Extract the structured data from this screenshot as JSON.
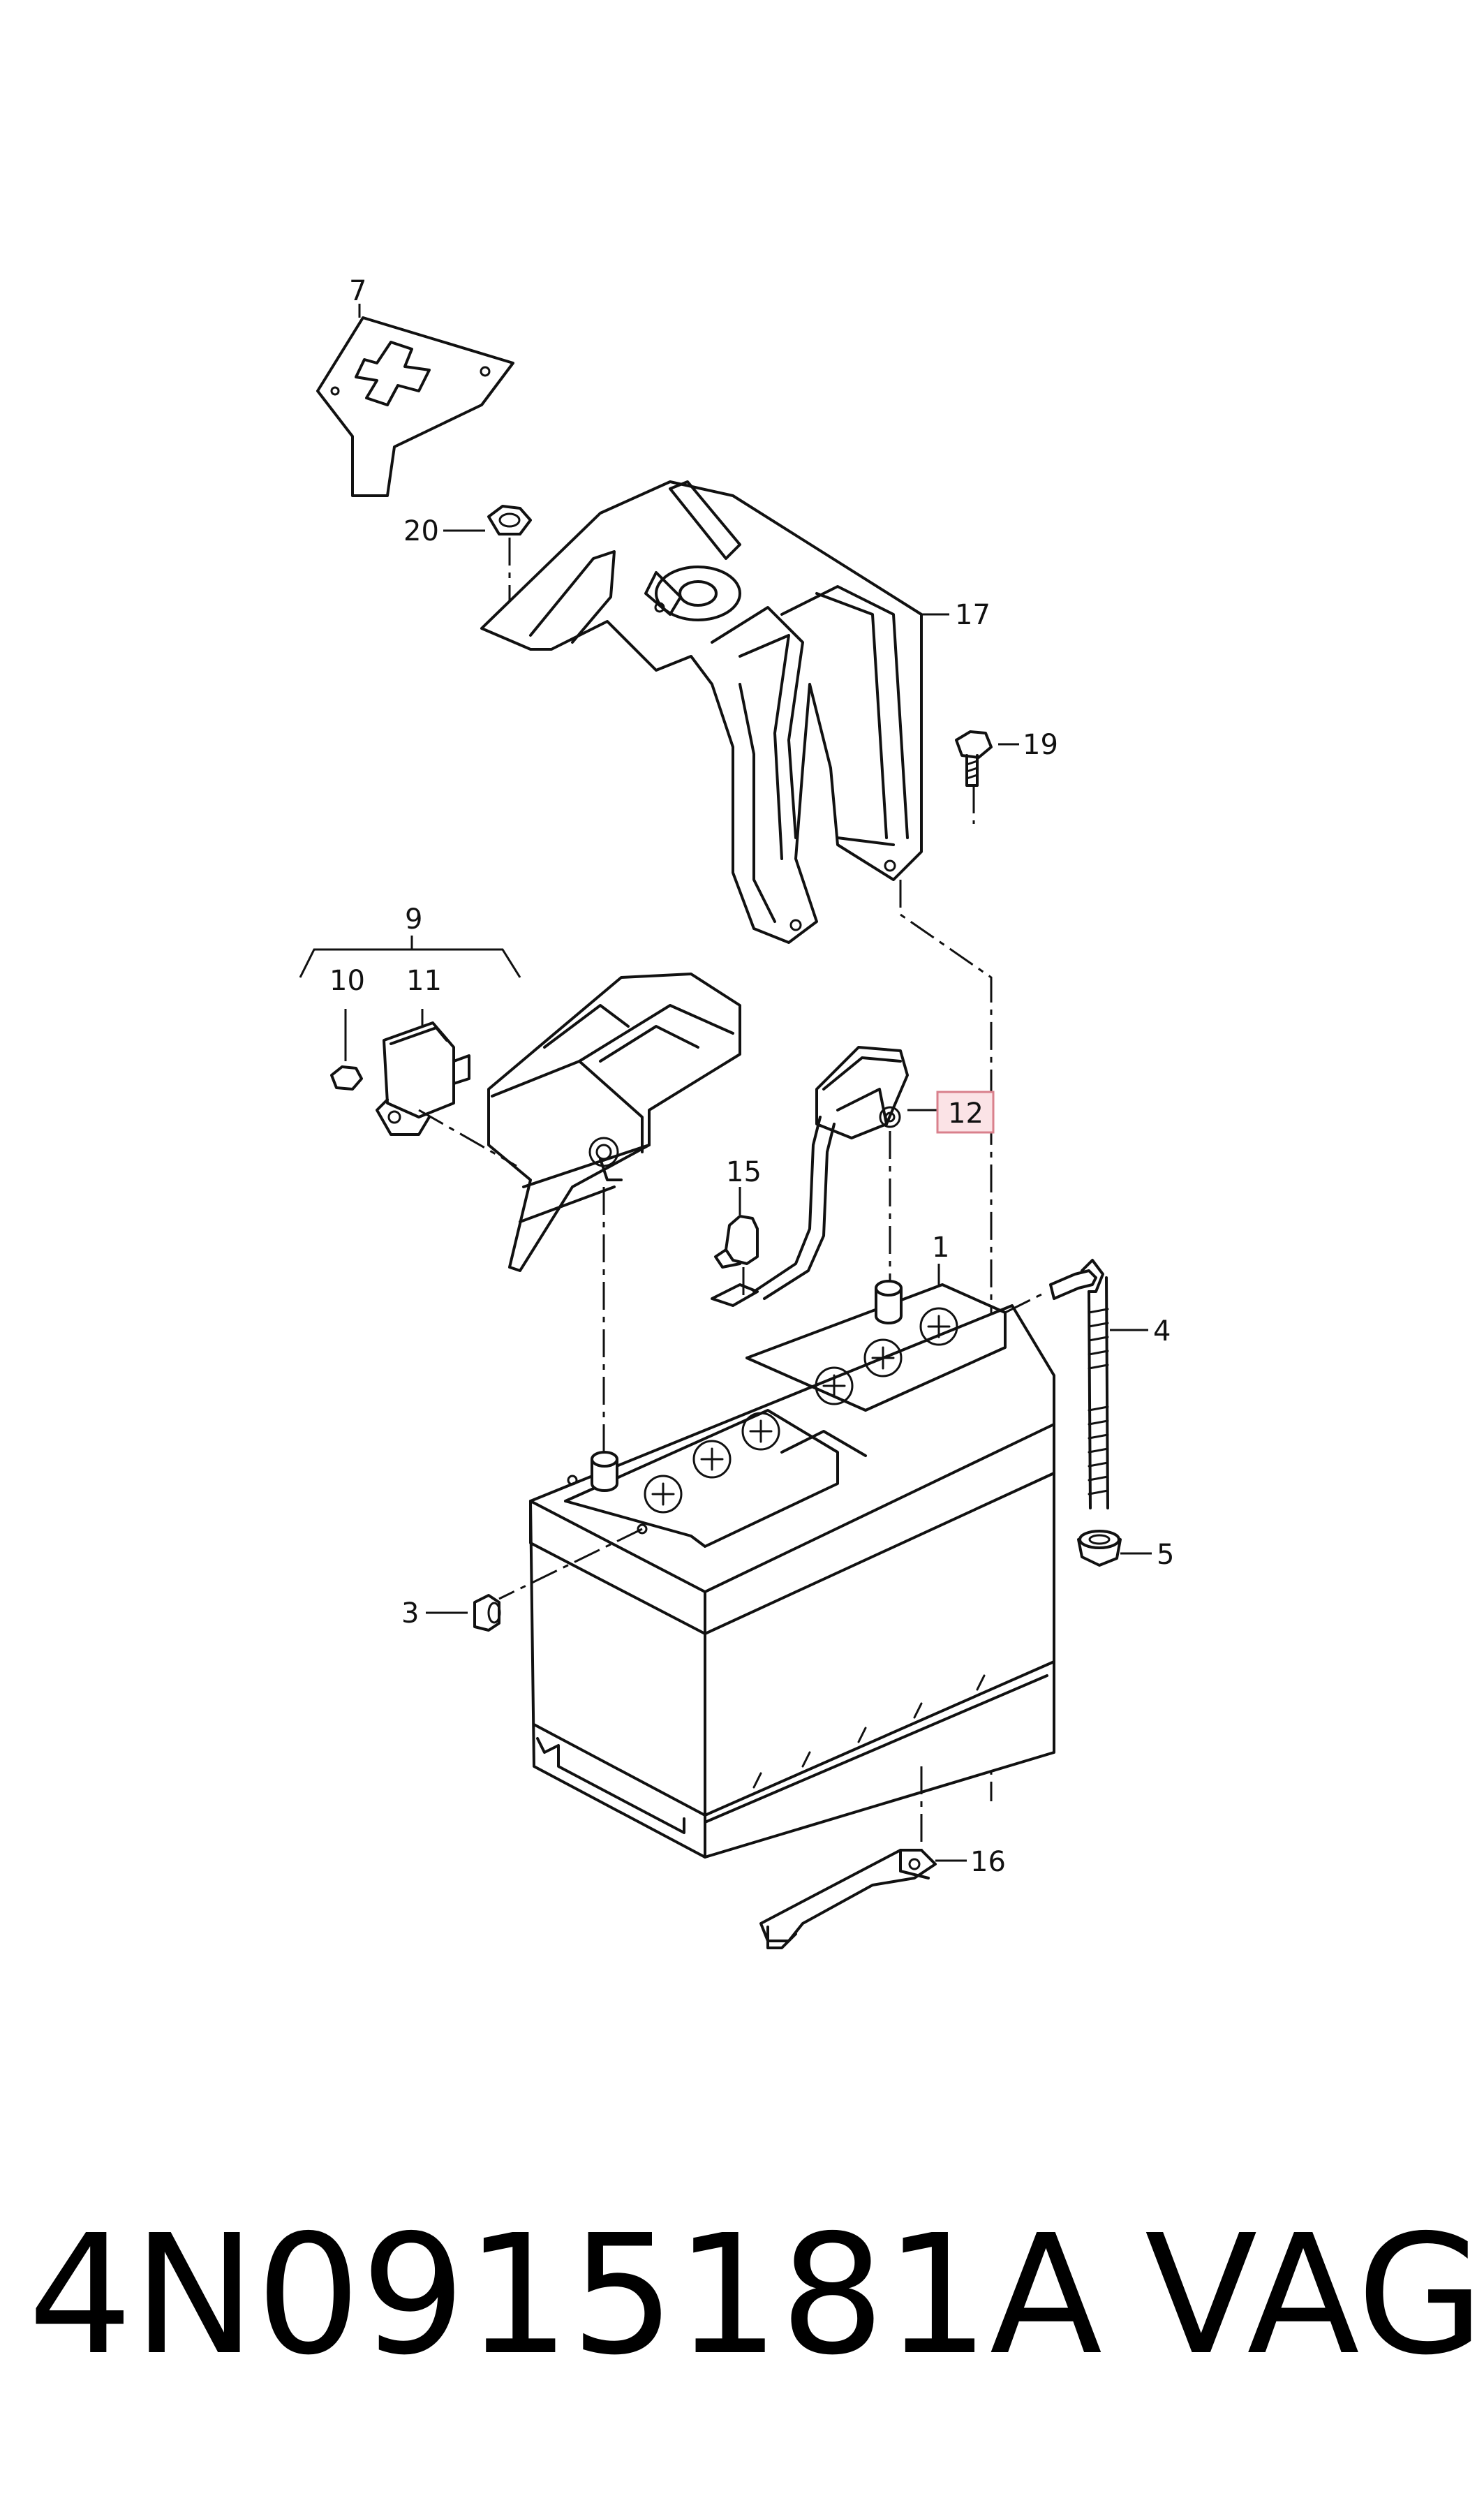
{
  "diagram": {
    "highlight_color": "#fbe3e6",
    "highlight_border": "#d9808c",
    "highlighted_label": "12",
    "labels": {
      "l1": "1",
      "l3": "3",
      "l4": "4",
      "l5": "5",
      "l7": "7",
      "l9": "9",
      "l10": "10",
      "l11": "11",
      "l12": "12",
      "l15": "15",
      "l16": "16",
      "l17": "17",
      "l19": "19",
      "l20": "20"
    }
  },
  "footer": {
    "part_number": "4N0915181A",
    "brand": "VAG"
  }
}
